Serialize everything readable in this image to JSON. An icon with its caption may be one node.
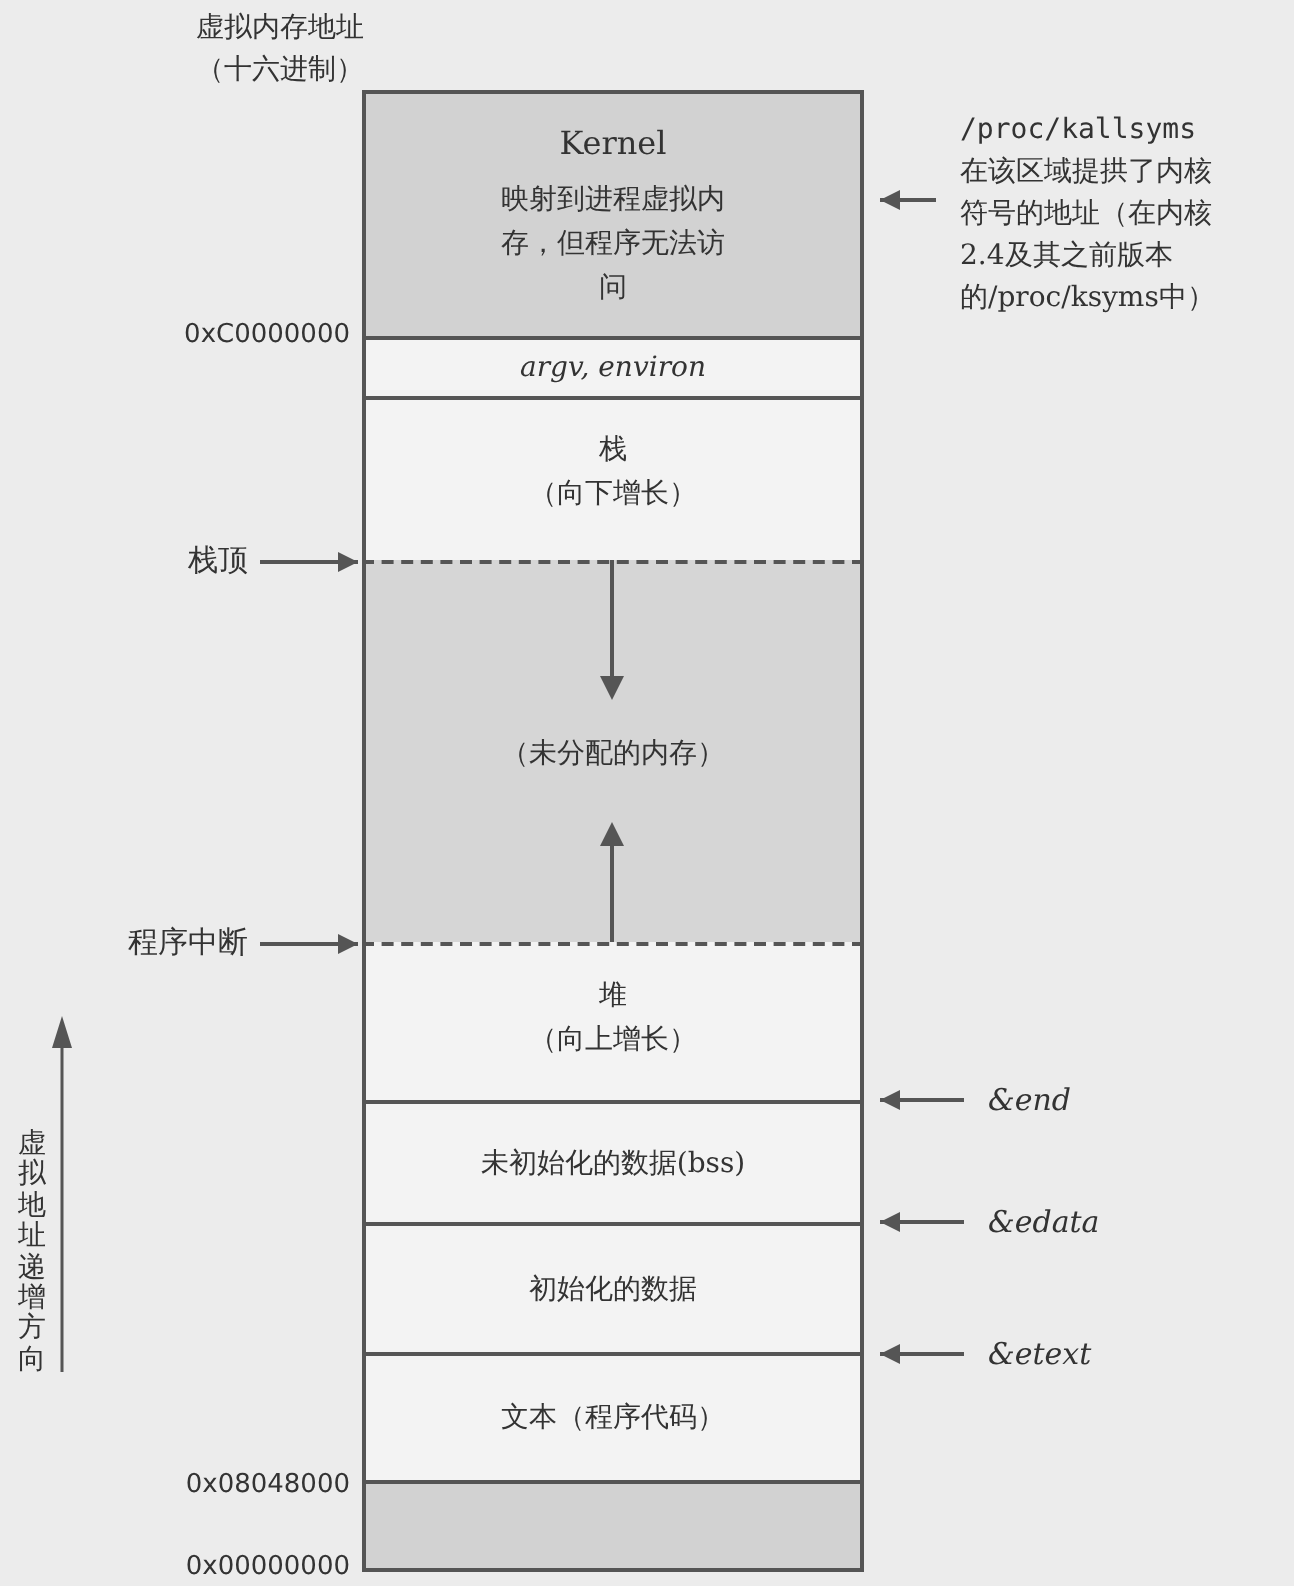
{
  "diagram": {
    "nodes": [
      {
        "text": [
          "Kernel",
          "映射到进程虚拟内存，但程序无法访问"
        ]
      },
      {
        "text": [
          "argv, environ"
        ]
      },
      {
        "text": [
          "栈",
          "（向下增长）"
        ]
      },
      {
        "text": [
          "（未分配的内存）"
        ]
      },
      {
        "text": [
          "堆",
          "（向上增长）"
        ]
      },
      {
        "text": [
          "未初始化的数据(bss)"
        ]
      },
      {
        "text": [
          "初始化的数据"
        ]
      },
      {
        "text": [
          "文本（程序代码）"
        ]
      },
      {
        "text": [],
        "shape": "box"
      },
      {
        "text": [
          "栈顶"
        ]
      },
      {
        "text": [
          "程序中断"
        ]
      },
      {
        "text": [
          "/proc/kallsyms",
          "在该区域提拱了内核符号的地址（在内核2.4及其之前版本的/proc/ksyms中）"
        ]
      },
      {
        "text": [
          "&end"
        ]
      },
      {
        "text": [
          "&edata"
        ]
      },
      {
        "text": [
          "&etext"
        ]
      }
    ],
    "edges": [
      {
        "from": 9,
        "to": 3,
        "arrow": "to"
      },
      {
        "from": 10,
        "to": 4,
        "arrow": "to"
      },
      {
        "from": 11,
        "to": 0,
        "arrow": "to"
      },
      {
        "from": 12,
        "to": 5,
        "arrow": "to"
      },
      {
        "from": 13,
        "to": 6,
        "arrow": "to"
      },
      {
        "from": 14,
        "to": 7,
        "arrow": "to"
      }
    ],
    "labels": [
      "虚拟内存地址（十六进制）",
      "0xC0000000",
      "0x08048000",
      "0x00000000",
      "虚拟地址递增方向"
    ]
  }
}
